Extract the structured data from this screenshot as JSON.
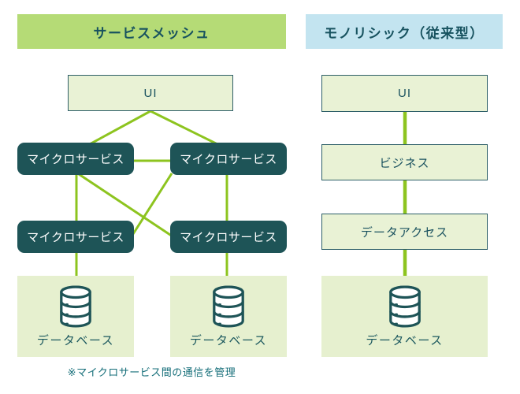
{
  "colors": {
    "accent_green_line": "#8dc41f",
    "service_mesh_header_bg": "#b5db76",
    "monolithic_header_bg": "#c3e4f0",
    "microservice_box_bg": "#1e5457",
    "layer_box_bg": "#e9f2d5",
    "database_area_bg": "#e6f0cf",
    "heading_text": "#17525f",
    "note_text": "#156e79"
  },
  "left_panel": {
    "header": "サービスメッシュ",
    "ui_label": "UI",
    "microservice_labels": [
      "マイクロサービス",
      "マイクロサービス",
      "マイクロサービス",
      "マイクロサービス"
    ],
    "database_labels": [
      "データベース",
      "データベース"
    ],
    "note": "※マイクロサービス間の通信を管理"
  },
  "right_panel": {
    "header": "モノリシック（従来型）",
    "ui_label": "UI",
    "business_label": "ビジネス",
    "data_access_label": "データアクセス",
    "database_label": "データベース"
  }
}
